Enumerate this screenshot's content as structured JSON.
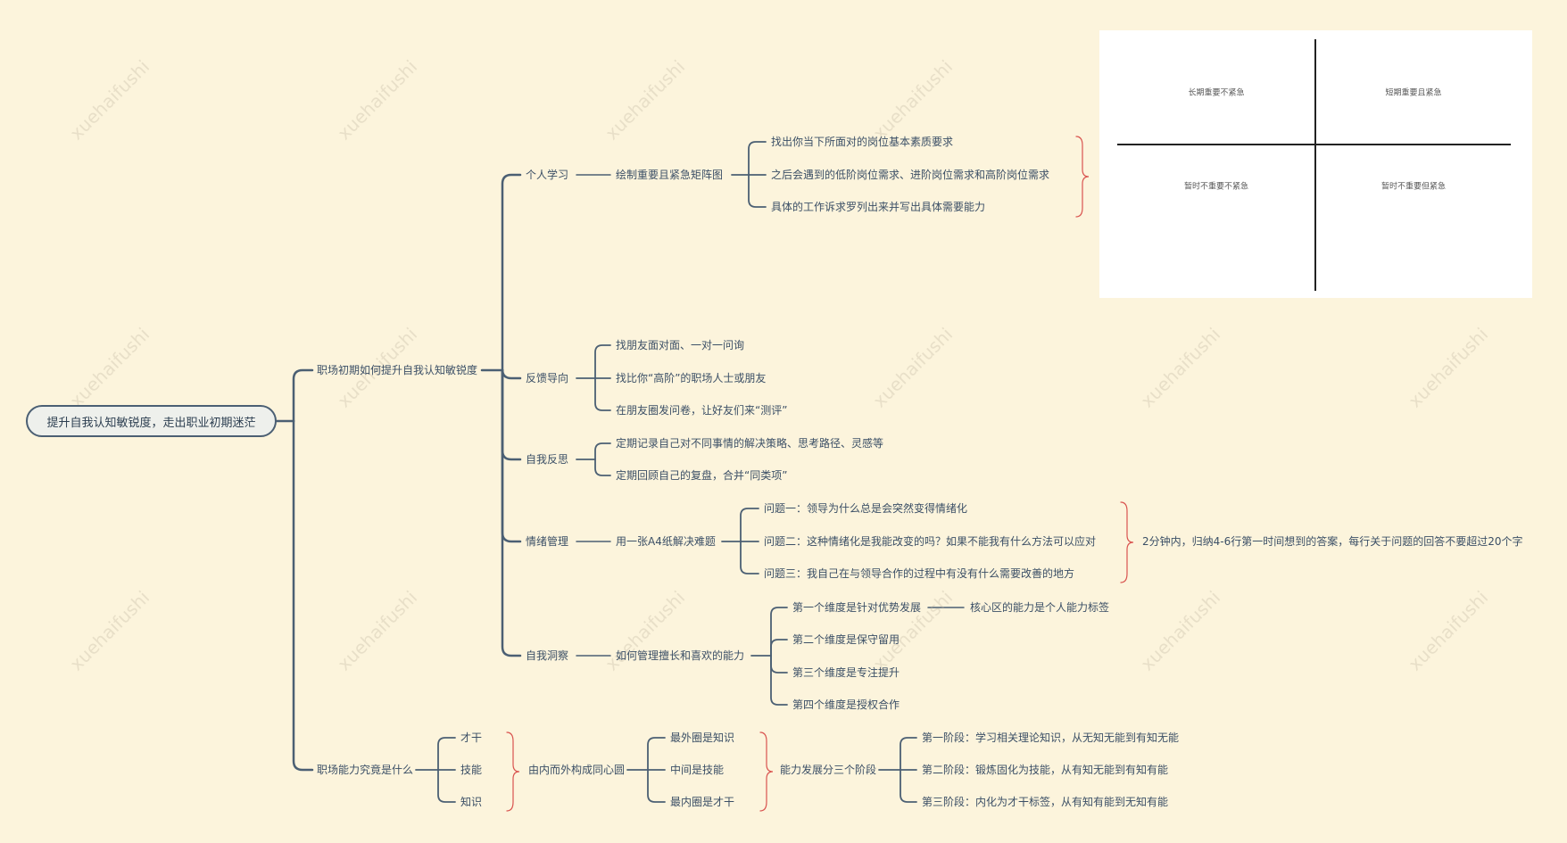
{
  "root": {
    "label": "提升自我认知敏锐度，走出职业初期迷茫"
  },
  "branch1": {
    "label": "职场初期如何提升自我认知敏锐度",
    "learning": {
      "label": "个人学习",
      "method": "绘制重要且紧急矩阵图",
      "items": [
        "找出你当下所面对的岗位基本素质要求",
        "之后会遇到的低阶岗位需求、进阶岗位需求和高阶岗位需求",
        "具体的工作诉求罗列出来并写出具体需要能力"
      ]
    },
    "feedback": {
      "label": "反馈导向",
      "items": [
        "找朋友面对面、一对一问询",
        "找比你“高阶”的职场人士或朋友",
        "在朋友圈发问卷，让好友们来“测评”"
      ]
    },
    "reflection": {
      "label": "自我反思",
      "items": [
        "定期记录自己对不同事情的解决策略、思考路径、灵感等",
        "定期回顾自己的复盘，合并“同类项”"
      ]
    },
    "emotion": {
      "label": "情绪管理",
      "method": "用一张A4纸解决难题",
      "items": [
        "问题一：领导为什么总是会突然变得情绪化",
        "问题二：这种情绪化是我能改变的吗？如果不能我有什么方法可以应对",
        "问题三：我自己在与领导合作的过程中有没有什么需要改善的地方"
      ],
      "summary": "2分钟内，归纳4-6行第一时间想到的答案，每行关于问题的回答不要超过20个字"
    },
    "insight": {
      "label": "自我洞察",
      "method": "如何管理擅长和喜欢的能力",
      "items": [
        "第一个维度是针对优势发展",
        "第二个维度是保守留用",
        "第三个维度是专注提升",
        "第四个维度是授权合作"
      ],
      "core": "核心区的能力是个人能力标签"
    }
  },
  "branch2": {
    "label": "职场能力究竟是什么",
    "items": [
      "才干",
      "技能",
      "知识"
    ],
    "circles": {
      "label": "由内而外构成同心圆",
      "items": [
        "最外圈是知识",
        "中间是技能",
        "最内圈是才干"
      ]
    },
    "stages": {
      "label": "能力发展分三个阶段",
      "items": [
        "第一阶段：学习相关理论知识，从无知无能到有知无能",
        "第二阶段：锻炼固化为技能，从有知无能到有知有能",
        "第三阶段：内化为才干标签，从有知有能到无知有能"
      ]
    }
  },
  "matrix": {
    "top_left": "长期重要不紧急",
    "top_right": "短期重要且紧急",
    "bottom_left": "暂时不重要不紧急",
    "bottom_right": "暂时不重要但紧急"
  },
  "watermark": "xuehaifushi",
  "colors": {
    "line": "#4b5f73",
    "brace": "#d9534f",
    "background": "#fcf4dc"
  }
}
